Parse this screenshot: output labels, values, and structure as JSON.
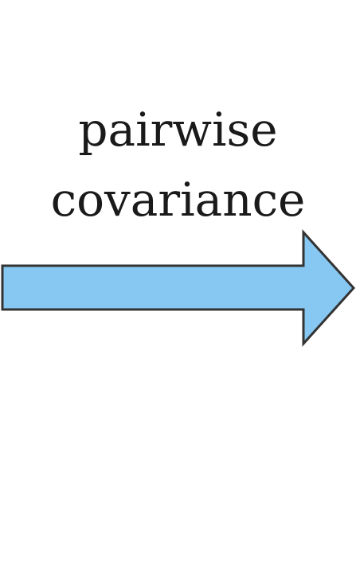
{
  "diagram": {
    "label_lines": [
      "pairwise",
      "covariance"
    ],
    "arrow": {
      "direction": "right",
      "fill_color": "#87c8f2",
      "stroke_color": "#333333"
    }
  }
}
